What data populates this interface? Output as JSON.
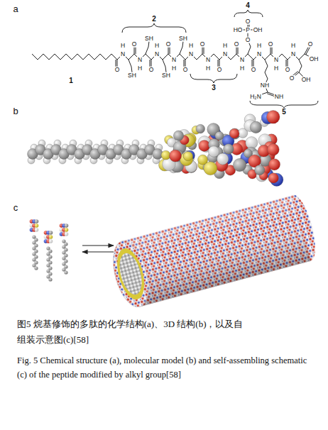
{
  "diagram": {
    "caption": "图5 烷基修饰的多肽的化学结构(a)、3D 结构(b)，以及自组装示意图(c)[58]",
    "labels": [
      "a",
      "1",
      "2",
      "3",
      "4",
      "5",
      "b",
      "c",
      "Fig. 5 Chemical structure (a), molecular model (b) and self-assembling schematic (c) of the peptide modified by alkyl group[58]",
      "O",
      "N",
      "H",
      "SH",
      "O",
      "N",
      "H",
      "SH",
      "O",
      "N",
      "H",
      "SH",
      "O",
      "N",
      "H",
      "SH",
      "O",
      "N",
      "H",
      "O",
      "N",
      "H",
      "O",
      "N",
      "H",
      "O",
      "N",
      "H",
      "O",
      "P",
      "O",
      "HO",
      "OH",
      "O",
      "N",
      "H",
      "NH",
      "H₂N",
      "NH",
      "O",
      "N",
      "H",
      "O",
      "N",
      "H",
      "O",
      "OH",
      "O",
      "OH"
    ]
  }
}
